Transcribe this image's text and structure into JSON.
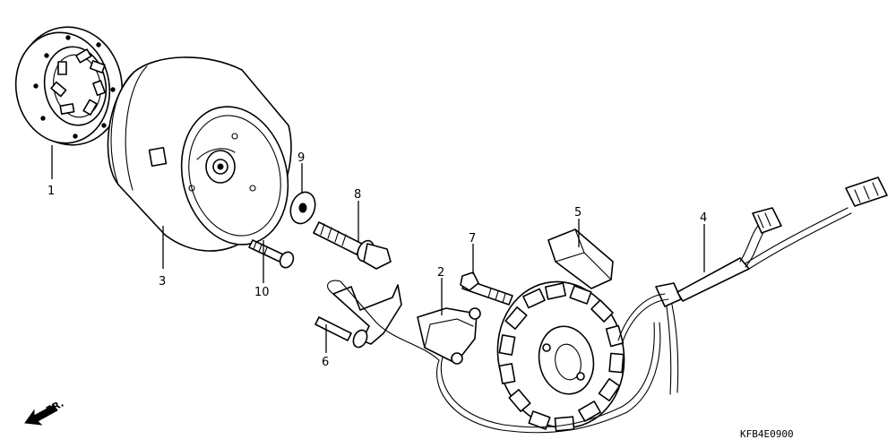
{
  "diagram": {
    "callouts": [
      {
        "number": "1"
      },
      {
        "number": "2"
      },
      {
        "number": "3"
      },
      {
        "number": "4"
      },
      {
        "number": "5"
      },
      {
        "number": "6"
      },
      {
        "number": "7"
      },
      {
        "number": "8"
      },
      {
        "number": "9"
      },
      {
        "number": "10"
      }
    ],
    "front_label": "FR.",
    "diagram_code": "KFB4E0900"
  }
}
